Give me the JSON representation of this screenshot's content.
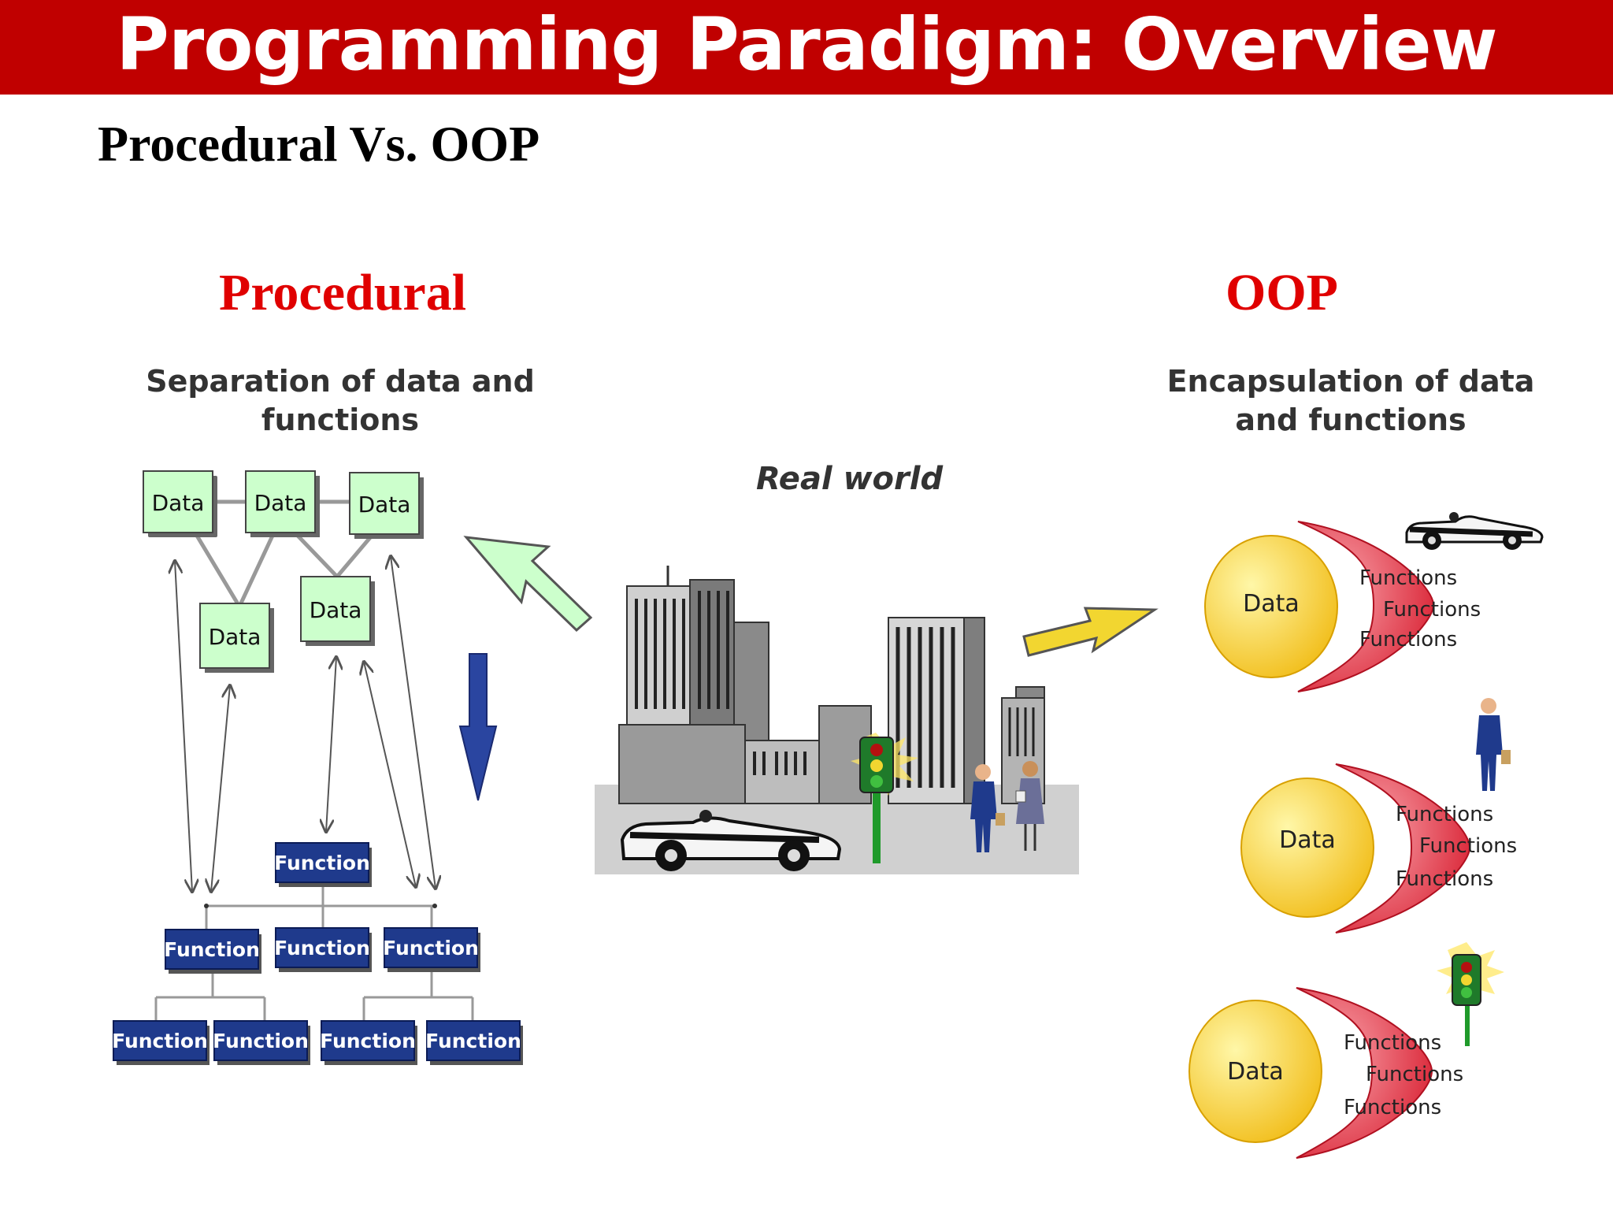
{
  "header": {
    "title": "Programming Paradigm: Overview"
  },
  "subtitle": "Procedural Vs. OOP",
  "procedural": {
    "title": "Procedural",
    "caption": "Separation of data and functions",
    "data_label": "Data",
    "function_label": "Function"
  },
  "real_world": {
    "caption": "Real world"
  },
  "oop": {
    "title": "OOP",
    "caption_line1": "Encapsulation of data",
    "caption_line2": "and functions",
    "object_data_label": "Data",
    "object_functions_label": "Functions"
  },
  "colors": {
    "header": "#c00000",
    "heading_red": "#e00000",
    "data_box": "#ccffcc",
    "function_box": "#1f3a8c",
    "object_yellow": "#f2d630",
    "object_red": "#e0303c",
    "arrow_green": "#ccffcc",
    "arrow_yellow": "#f2d630",
    "arrow_blue": "#2a45a0"
  }
}
